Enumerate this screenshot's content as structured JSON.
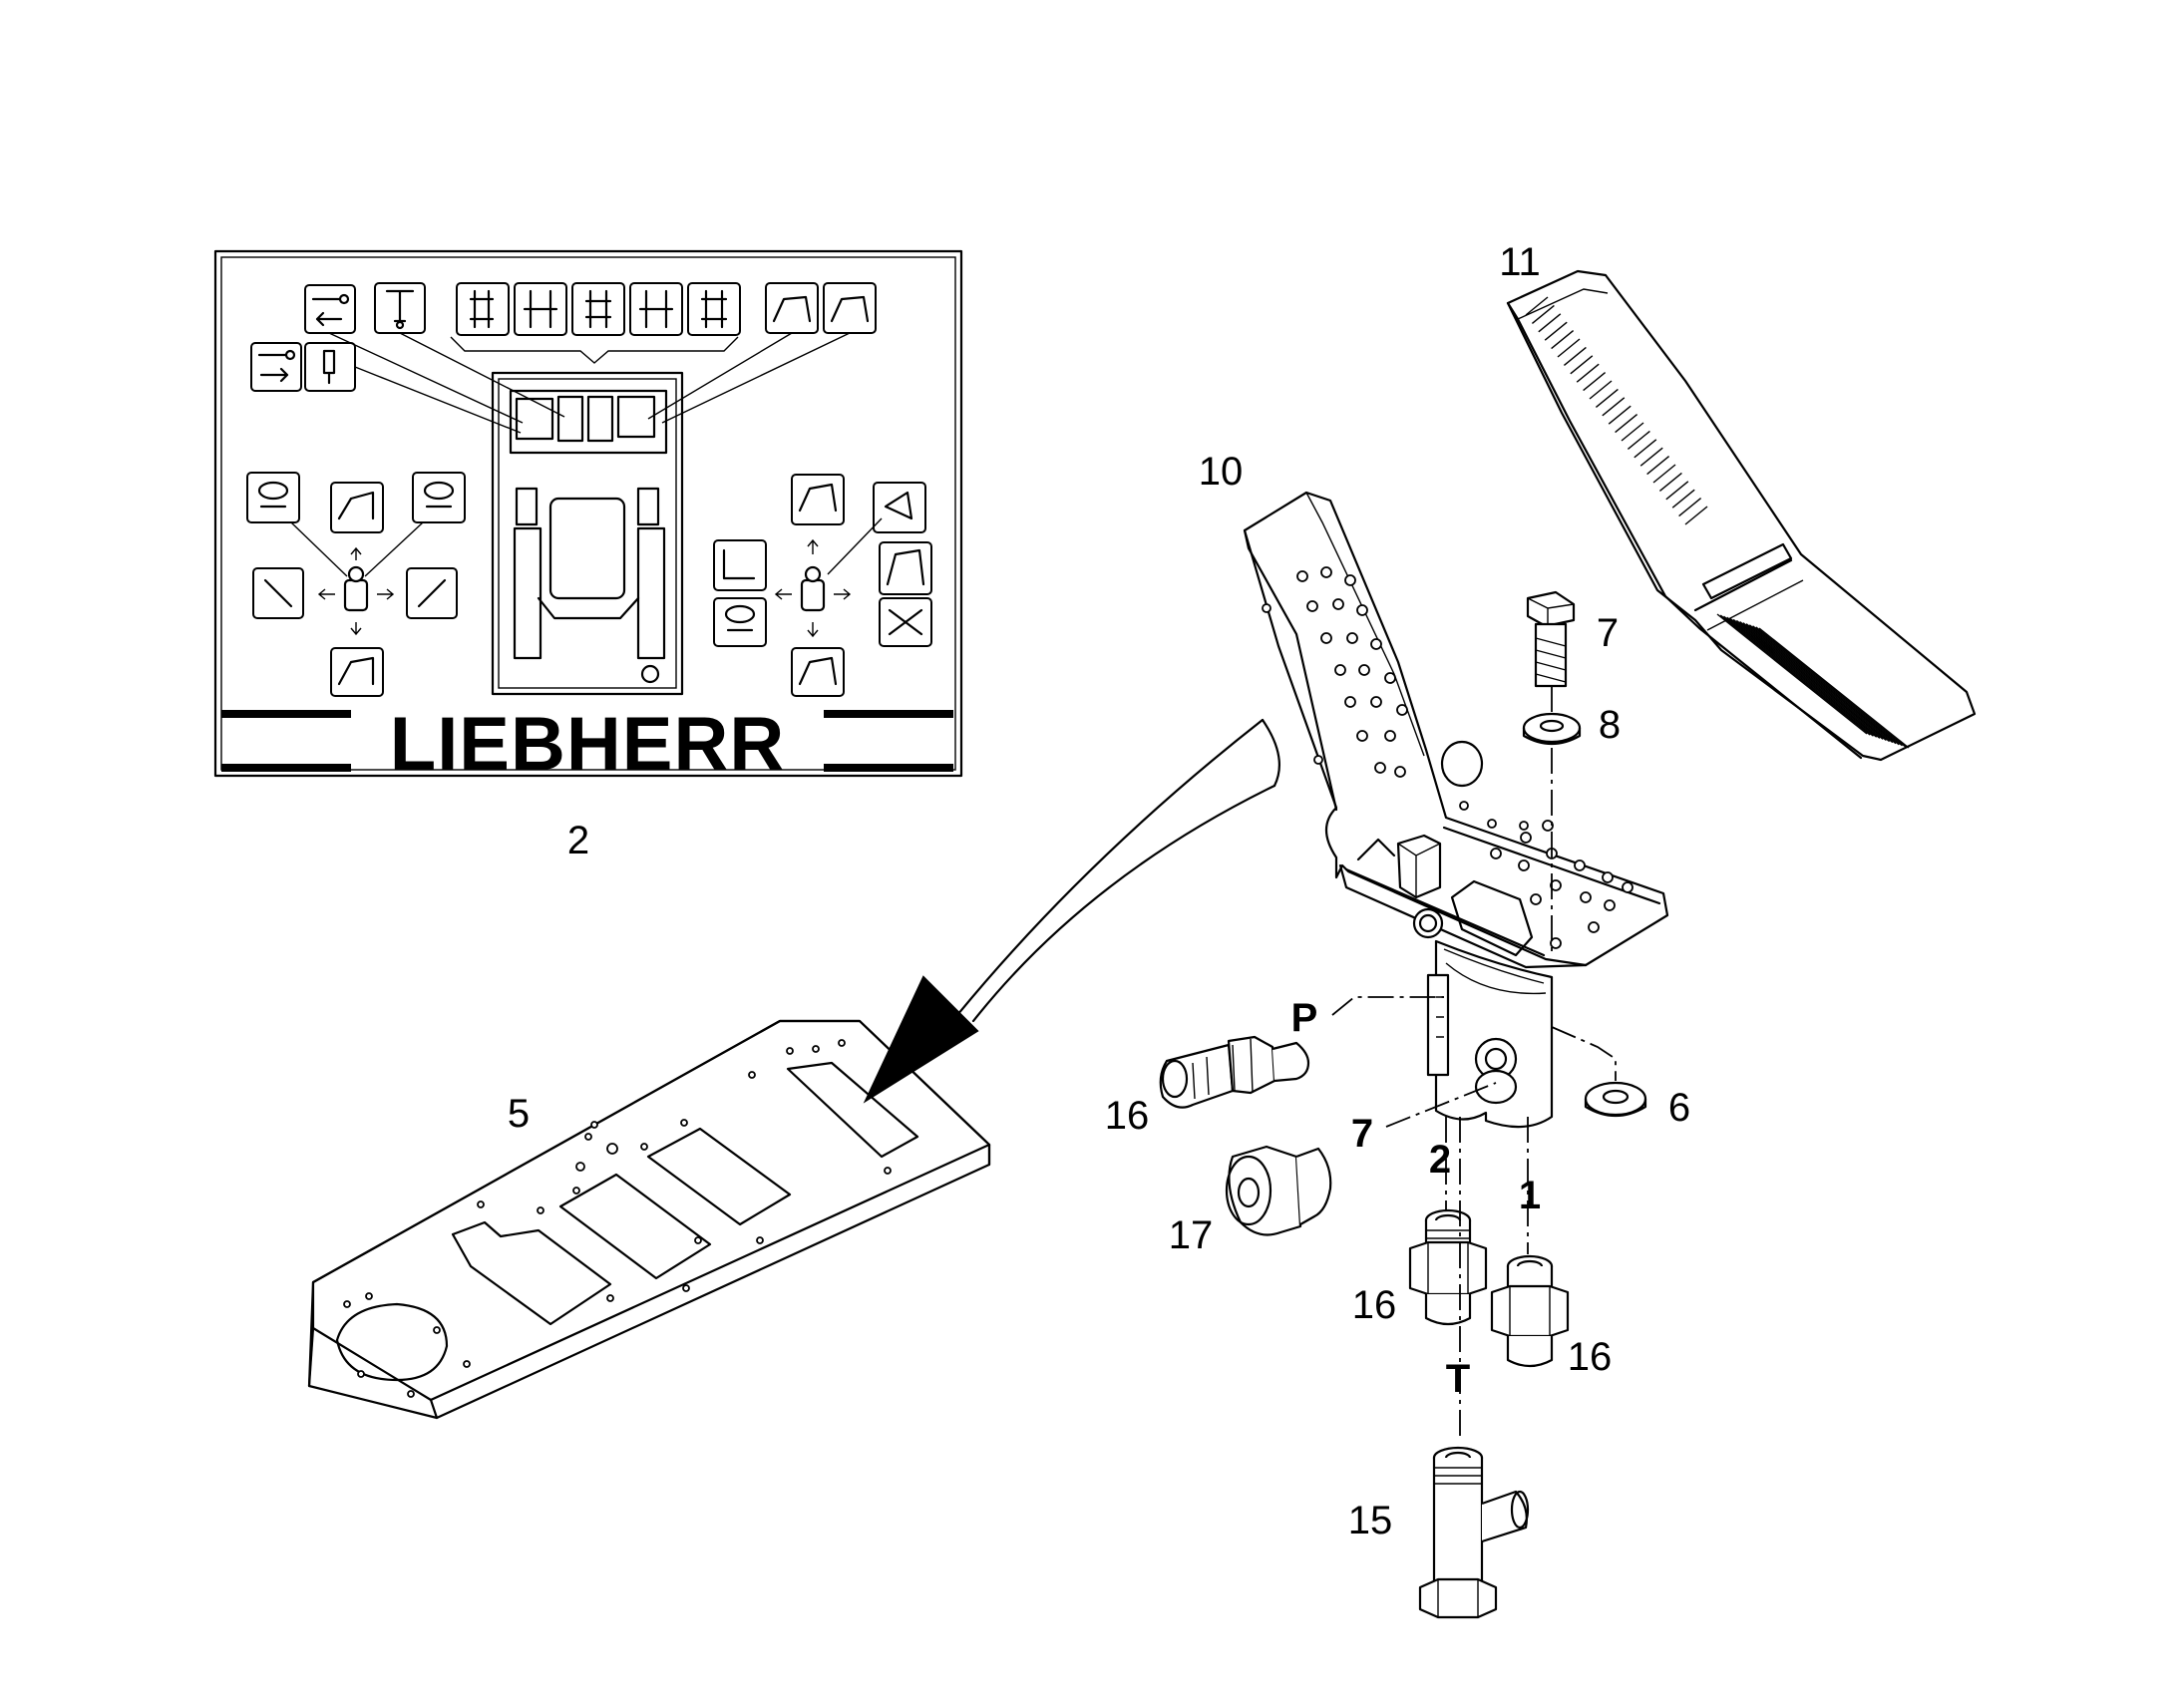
{
  "decal": {
    "brand": "LIEBHERR",
    "part_number": "2"
  },
  "callouts": {
    "plate": "5",
    "pedal": "10",
    "pedal_cover": "11",
    "bolt": "7",
    "washer_top": "8",
    "washer_side": "6",
    "fitting_left": "16",
    "plug": "17",
    "fitting_port2": "16",
    "fitting_port1": "16",
    "tee_fitting": "15"
  },
  "ports": {
    "p": "P",
    "seven": "7",
    "two": "2",
    "one": "1",
    "t": "T"
  },
  "icons": [
    "hammer-return-icon",
    "hammer-pressure-icon",
    "pedal-icon",
    "travel-forward-icon",
    "travel-turn-icon",
    "travel-straight-icon",
    "travel-counter-icon",
    "travel-reverse-icon",
    "boom-up-icon",
    "boom-down-icon",
    "swing-left-icon",
    "stick-in-icon",
    "swing-right-icon",
    "hammer-left-icon",
    "hammer-right-icon",
    "stick-out-icon",
    "bucket-curl-icon",
    "horn-icon",
    "bucket-dump-icon",
    "boom-lower-icon",
    "swing-rotate-icon",
    "grab-icon",
    "boom-raise-icon"
  ]
}
